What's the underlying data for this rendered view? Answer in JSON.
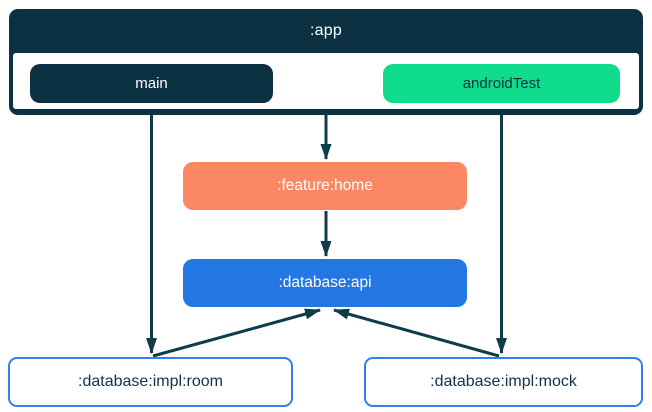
{
  "diagram": {
    "app": {
      "label": ":app",
      "source_sets": [
        {
          "label": "main"
        },
        {
          "label": "androidTest"
        }
      ]
    },
    "nodes": [
      {
        "id": "feature-home",
        "label": ":feature:home"
      },
      {
        "id": "database-api",
        "label": ":database:api"
      },
      {
        "id": "database-impl-room",
        "label": ":database:impl:room"
      },
      {
        "id": "database-impl-mock",
        "label": ":database:impl:mock"
      }
    ],
    "edges": [
      {
        "from": "main",
        "to": ":database:impl:room"
      },
      {
        "from": "androidTest",
        "to": ":database:impl:mock"
      },
      {
        "from": ":app",
        "to": ":feature:home"
      },
      {
        "from": ":feature:home",
        "to": ":database:api"
      },
      {
        "from": ":database:impl:room",
        "to": ":database:api"
      },
      {
        "from": ":database:impl:mock",
        "to": ":database:api"
      }
    ]
  },
  "colors": {
    "navy": "#0B3142",
    "green": "#10DD8C",
    "salmon": "#FB8765",
    "blue": "#2277E3",
    "impl_border_blue": "#2F80ED",
    "arrow": "#0F3C4D",
    "background": "#FFFFFF"
  }
}
